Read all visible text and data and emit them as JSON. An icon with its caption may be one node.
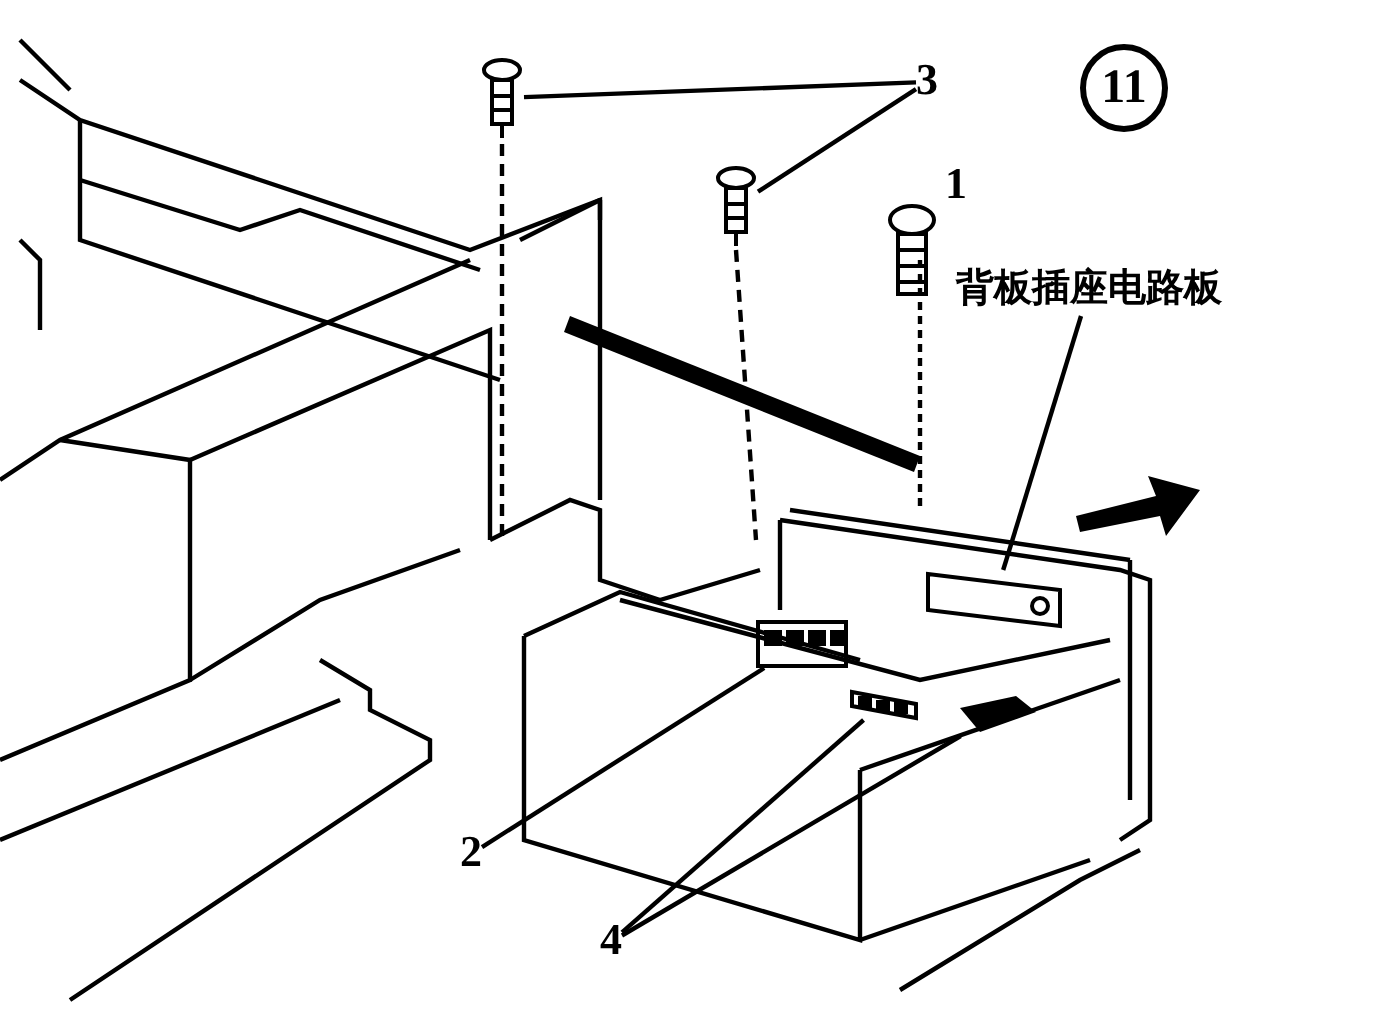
{
  "diagram": {
    "nodes": [
      {
        "text": [
          "3"
        ]
      },
      {
        "text": [],
        "shape": "picture"
      },
      {
        "text": [],
        "shape": "picture"
      },
      {
        "text": [
          "背板插座电路板"
        ]
      },
      {
        "text": [],
        "shape": "picture"
      },
      {
        "text": [
          "2"
        ]
      },
      {
        "text": [],
        "shape": "picture"
      },
      {
        "text": [
          "4"
        ]
      },
      {
        "text": [],
        "shape": "picture"
      },
      {
        "text": [],
        "shape": "picture"
      }
    ],
    "edges": [
      {
        "from": 0,
        "to": 1,
        "arrow": "none"
      },
      {
        "from": 0,
        "to": 2,
        "arrow": "none"
      },
      {
        "from": 3,
        "to": 4,
        "arrow": "none"
      },
      {
        "from": 5,
        "to": 6,
        "arrow": "none"
      },
      {
        "from": 7,
        "to": 8,
        "arrow": "none"
      },
      {
        "from": 7,
        "to": 9,
        "arrow": "none"
      }
    ],
    "labels": [
      "11",
      "1"
    ]
  }
}
